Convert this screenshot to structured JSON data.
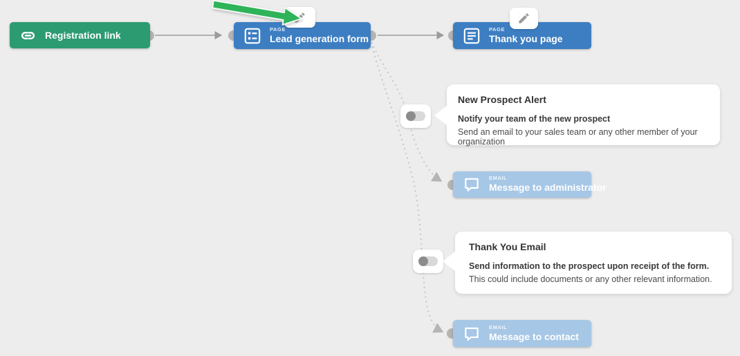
{
  "colors": {
    "background": "#ededed",
    "link_node": "#2d9b72",
    "page_node": "#3d7ec2",
    "email_node": "#a6c7e6",
    "connector_dot": "#b4b4b4",
    "solid_line": "#9b9b9b",
    "dashed_line": "#c5c5c5",
    "annotation_arrow": "#2eb359",
    "pencil_icon": "#9b9b9b"
  },
  "nodes": {
    "registration_link": {
      "title": "Registration link"
    },
    "lead_generation_form": {
      "type_label": "PAGE",
      "title": "Lead generation form"
    },
    "thank_you_page": {
      "type_label": "PAGE",
      "title": "Thank you page"
    },
    "message_to_administrator": {
      "type_label": "EMAIL",
      "title": "Message to administrator"
    },
    "message_to_contact": {
      "type_label": "EMAIL",
      "title": "Message to contact"
    }
  },
  "cards": {
    "new_prospect_alert": {
      "title": "New Prospect Alert",
      "subtitle": "Notify your team of the new prospect",
      "description": "Send an email to your sales team or any other member of your organization"
    },
    "thank_you_email": {
      "title": "Thank You Email",
      "subtitle": "Send information to the prospect upon receipt of the form.",
      "description": "This could include documents or any other relevant information."
    }
  },
  "toggles": {
    "new_prospect_alert": {
      "state": "off"
    },
    "thank_you_email": {
      "state": "off"
    }
  }
}
